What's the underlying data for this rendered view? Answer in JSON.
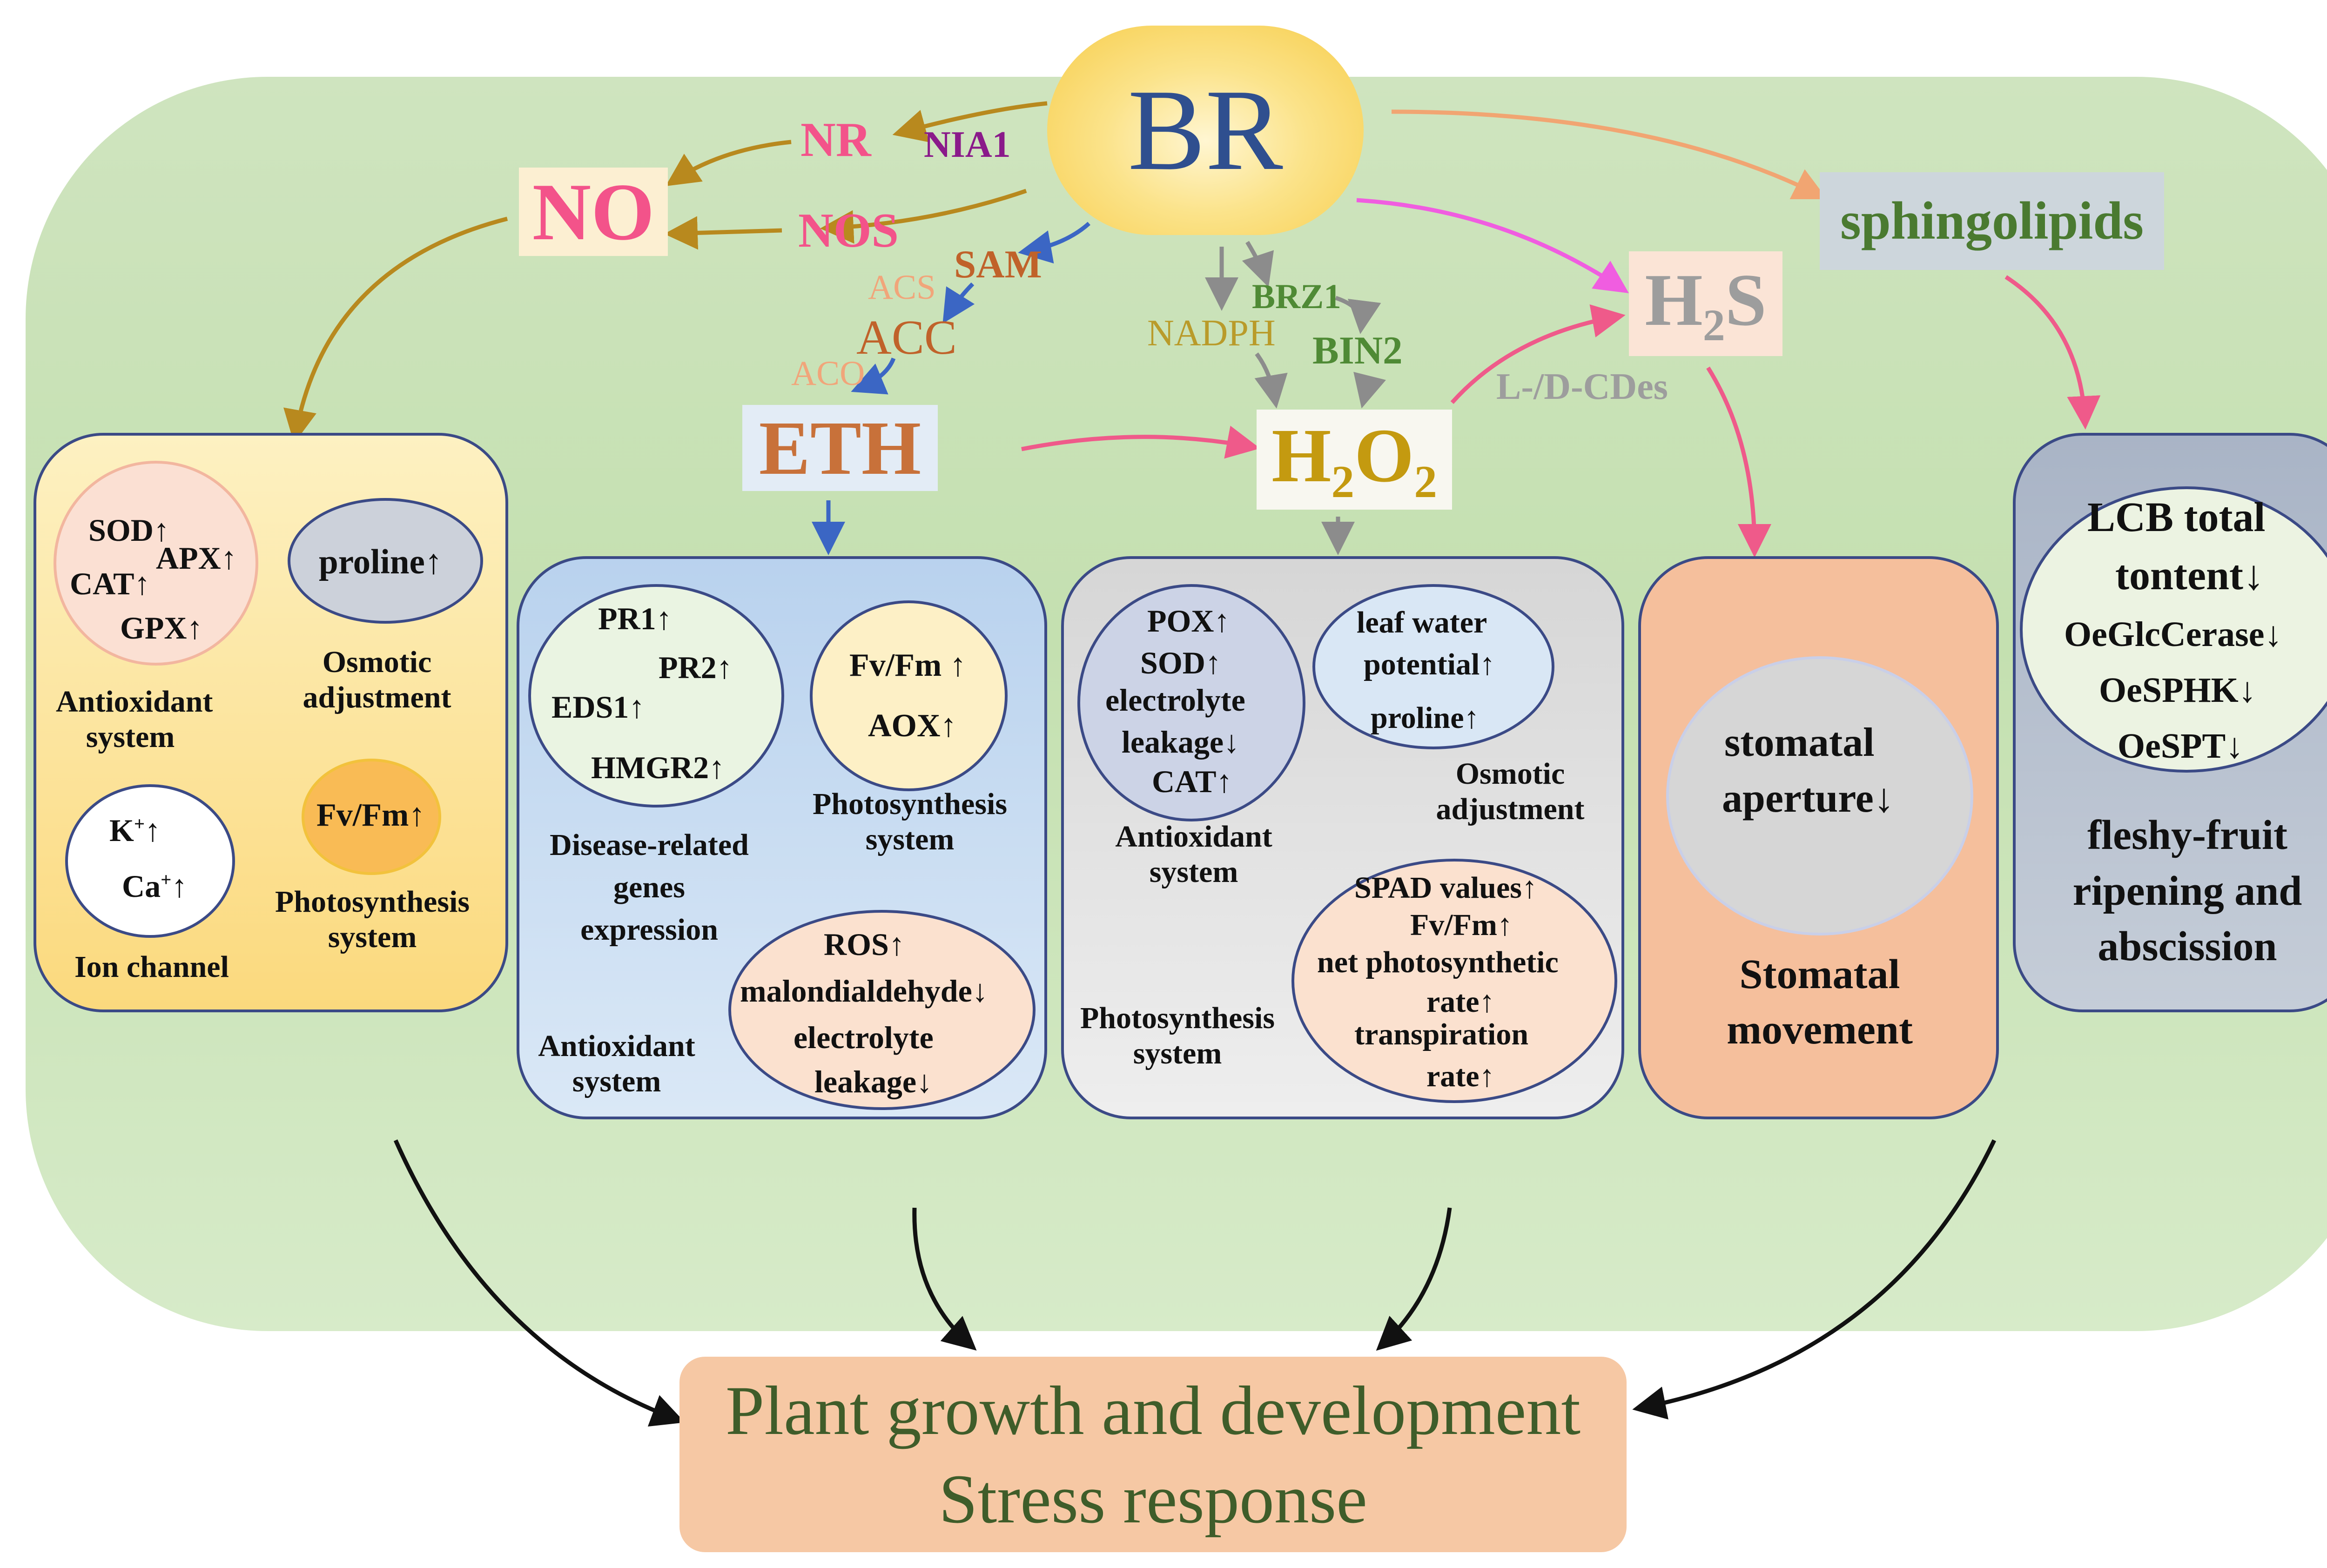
{
  "center": {
    "br": "BR"
  },
  "no_branch": {
    "nr": "NR",
    "nia1": "NIA1",
    "nos": "NOS",
    "no": "NO",
    "panel": {
      "antioxidant": {
        "sod": "SOD↑",
        "apx": "APX↑",
        "cat": "CAT↑",
        "gpx": "GPX↑",
        "label_1": "Antioxidant",
        "label_2": "system"
      },
      "osmotic": {
        "proline": "proline↑",
        "label_1": "Osmotic",
        "label_2": "adjustment"
      },
      "ion": {
        "k": "K",
        "k_sup": "+",
        "k_arrow": "↑",
        "ca": "Ca",
        "ca_sup": "+",
        "ca_arrow": "↑",
        "label": "Ion channel"
      },
      "photo": {
        "fvfm": "Fv/Fm↑",
        "label_1": "Photosynthesis",
        "label_2": "system"
      }
    }
  },
  "eth_branch": {
    "sam": "SAM",
    "acs": "ACS",
    "acc": "ACC",
    "aco": "ACO",
    "eth": "ETH",
    "panel": {
      "disease": {
        "pr1": "PR1↑",
        "pr2": "PR2↑",
        "eds1": "EDS1↑",
        "hmgr2": "HMGR2↑",
        "label_1": "Disease-related",
        "label_2": "genes",
        "label_3": "expression"
      },
      "photo": {
        "fvfm": "Fv/Fm ↑",
        "aox": "AOX↑",
        "label_1": "Photosynthesis",
        "label_2": "system"
      },
      "antioxidant": {
        "ros": "ROS↑",
        "mda": "malondialdehyde↓",
        "el_1": "electrolyte",
        "el_2": "leakage↓",
        "label_1": "Antioxidant",
        "label_2": "system"
      }
    }
  },
  "h2o2_branch": {
    "brz1": "BRZ1",
    "nadph": "NADPH",
    "bin2": "BIN2",
    "h2o2": "H",
    "h2o2_sub1": "2",
    "h2o2_o": "O",
    "h2o2_sub2": "2",
    "panel": {
      "antioxidant": {
        "pox": "POX↑",
        "sod": "SOD↑",
        "el_1": "electrolyte",
        "el_2": "leakage↓",
        "cat": "CAT↑",
        "label_1": "Antioxidant",
        "label_2": "system"
      },
      "osmotic": {
        "lwp_1": "leaf water",
        "lwp_2": "potential↑",
        "proline": "proline↑",
        "label_1": "Osmotic",
        "label_2": "adjustment"
      },
      "photo": {
        "spad": "SPAD values↑",
        "fvfm": "Fv/Fm↑",
        "npr_1": "net photosynthetic",
        "npr_2": "rate↑",
        "tr_1": "transpiration",
        "tr_2": "rate↑",
        "label_1": "Photosynthesis",
        "label_2": "system"
      }
    }
  },
  "h2s_branch": {
    "h": "H",
    "sub": "2",
    "s": "S",
    "cdes": "L-/D-CDes",
    "panel": {
      "aperture_1": "stomatal",
      "aperture_2": "aperture↓",
      "label_1": "Stomatal",
      "label_2": "movement"
    }
  },
  "sphingo_branch": {
    "sphingolipids": "sphingolipids",
    "panel": {
      "lcb_1": "LCB total",
      "lcb_2": "tontent↓",
      "glc": "OeGlcCerase↓",
      "sphk": "OeSPHK↓",
      "spt": "OeSPT↓",
      "label_1": "fleshy-fruit",
      "label_2": "ripening and",
      "label_3": "abscission"
    }
  },
  "outcome": {
    "line_1": "Plant growth and development",
    "line_2": "Stress response"
  },
  "colors": {
    "background_green": "#d3e8c4",
    "br_yellow": "#f7cd4b",
    "br_text": "#2f4f8f",
    "no_pink": "#f3538a",
    "nia1_purple": "#8a1a8a",
    "sam_brown": "#c0622a",
    "acs_peach": "#f1a57a",
    "eth_orange": "#c8713a",
    "h2o2_gold": "#c49a10",
    "nadph_gold": "#b99b2a",
    "bzr_green": "#4f8a35",
    "sphingo_green": "#4a7a30",
    "h2s_gray": "#9d9d9d",
    "outcome_peach": "#f6c8a4",
    "outcome_text": "#3f5d2a"
  }
}
